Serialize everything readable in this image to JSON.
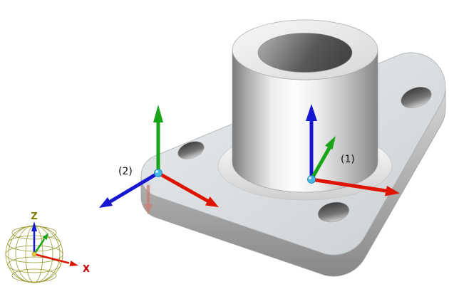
{
  "triads": [
    {
      "label": "(1)"
    },
    {
      "label": "(2)"
    }
  ],
  "orientation_globe": {
    "label_z": "Z",
    "label_x": "X"
  },
  "colors": {
    "axis_x": "#dd1400",
    "axis_y": "#17a517",
    "axis_z": "#1717d1",
    "globe_olive": "#8f8f1a",
    "globe_label_z": "#7f7f00",
    "globe_label_x": "#c00000",
    "origin_point": "#46b8e8",
    "globe_center_yellow": "#e6c83c",
    "pin_faded_red": "#c97f74"
  }
}
